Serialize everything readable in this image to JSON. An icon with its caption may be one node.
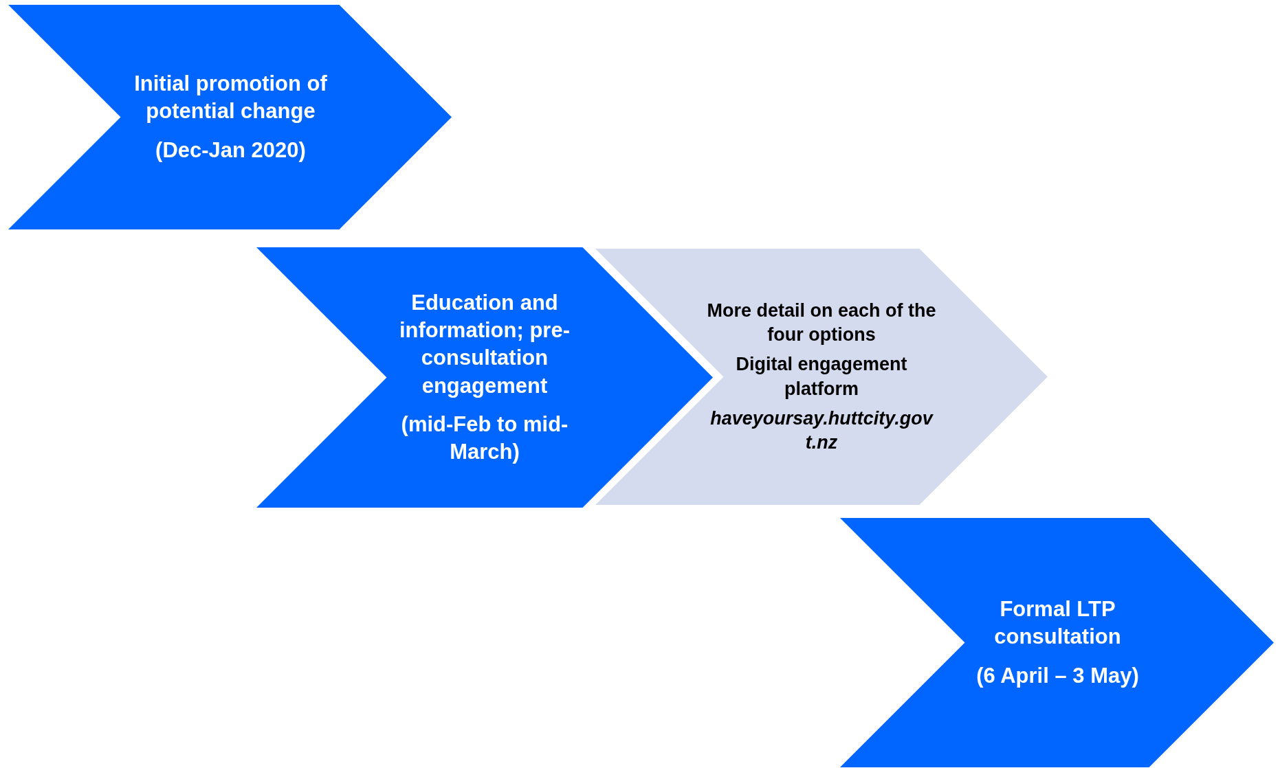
{
  "diagram": {
    "nodes": [
      {
        "text": [
          "Initial promotion of potential change",
          "(Dec-Jan 2020)"
        ]
      },
      {
        "text": [
          "Education and information; pre-consultation engagement",
          "(mid-Feb to mid-March)"
        ]
      },
      {
        "text": [
          "More detail on each of the four options",
          "Digital engagement platform",
          "haveyoursay.huttcity.govt.nz"
        ]
      },
      {
        "text": [
          "Formal LTP consultation",
          "(6 April – 3 May)"
        ]
      }
    ]
  }
}
